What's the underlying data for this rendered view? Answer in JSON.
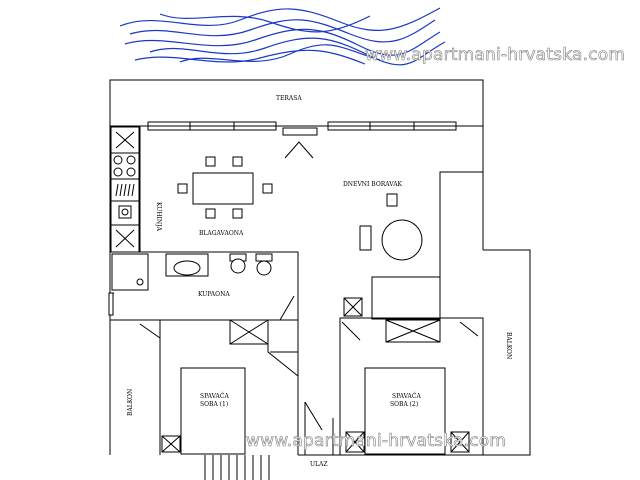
{
  "watermark": {
    "top": "www.apartmani-hrvatska.com",
    "bottom": "www.apartmani-hrvatska.com"
  },
  "rooms": {
    "terasa": "TERASA",
    "kuhinja": "KUHINJA",
    "blagavaona": "BLAGAVAONA",
    "dnevni_boravak": "DNEVNI BORAVAK",
    "kupaona": "KUPAONA",
    "balkon_left": "BALKON",
    "balkon_right": "BALKON",
    "spavaca1_line1": "SPAVAĆA",
    "spavaca1_line2": "SOBA (1)",
    "spavaca2_line1": "SPAVAĆA",
    "spavaca2_line2": "SOBA (2)",
    "ulaz": "ULAZ"
  },
  "colors": {
    "sea_scribble": "#1a39c4",
    "walls": "#000000",
    "watermark_outline": "#7d7d7d"
  }
}
